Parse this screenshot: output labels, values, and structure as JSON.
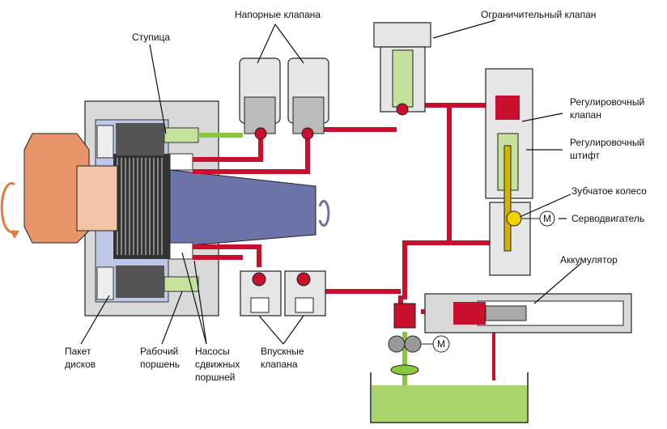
{
  "labels": {
    "pressure_valves": "Напорные клапана",
    "limit_valve": "Ограничительный клапан",
    "hub": "Ступица",
    "control_valve_1": "Регулировочный",
    "control_valve_2": "клапан",
    "control_pin_1": "Регулировочный",
    "control_pin_2": "штифт",
    "gear_wheel": "Зубчатое колесо",
    "servo_motor": "Серводвигатель",
    "accumulator": "Аккумулятор",
    "disc_pack_1": "Пакет",
    "disc_pack_2": "дисков",
    "working_piston_1": "Рабочий",
    "working_piston_2": "поршень",
    "piston_pumps_1": "Насосы",
    "piston_pumps_2": "сдвижных",
    "piston_pumps_3": "поршней",
    "inlet_valves_1": "Впускные",
    "inlet_valves_2": "клапана",
    "motor_symbol": "M",
    "pump_motor_symbol": "M"
  },
  "colors": {
    "pressure_oil": "#c8102e",
    "low_pressure_oil": "#8cc63f",
    "shaft": "#6b73a8",
    "gear": "#e8956a",
    "housing": "#d9d9d9"
  }
}
